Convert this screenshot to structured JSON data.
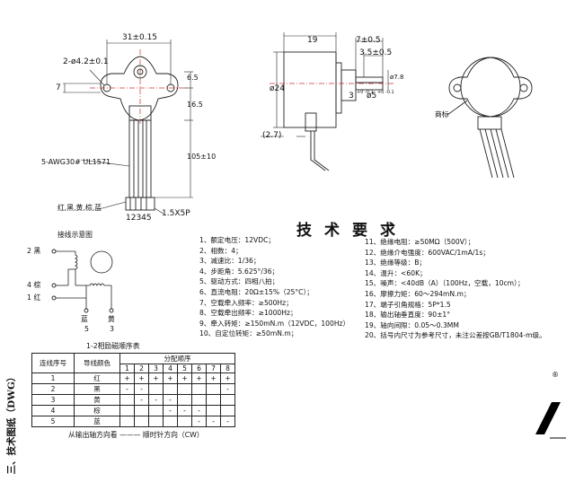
{
  "front_view": {
    "dim_width": "31±0.15",
    "dim_holes": "2-ø4.2±0.1",
    "dim_7": "7",
    "dim_65": "6.5",
    "dim_165": "16.5",
    "dim_105": "105±10",
    "wire_spec": "5-AWG30# UL1571",
    "wire_colors": "红,黑,黄,棕,蓝",
    "connector": "1.5X5P",
    "pins": "12345"
  },
  "side_view": {
    "dim_19": "19",
    "dim_7": "7±0.5",
    "dim_35": "3.5±0.5",
    "dim_phi24": "ø24",
    "dim_flat": "ø7.8",
    "dim_3": "3",
    "dim_3_tol": "+0 -0.1",
    "dim_phi5": "ø5",
    "dim_phi5_tol": "+0 -0.1",
    "dim_27": "(2.7)"
  },
  "rear_view": {
    "label": "商标"
  },
  "wiring": {
    "title": "接线示意图",
    "black": "2 黑",
    "brown": "4 棕",
    "red": "1 红",
    "blue": "蓝",
    "blue_num": "5",
    "yellow": "黄",
    "yellow_num": "3",
    "caption": "1-2相励磁顺序表"
  },
  "specs_title": "技术要求",
  "specs_left": [
    "1、额定电压：12VDC；",
    "2、相数：4；",
    "3、减速比：1/36；",
    "4、步距角：5.625°/36；",
    "5、驱动方式：四相八拍；",
    "6、直流电阻：20Ω±15%（25°C）；",
    "7、空载牵入频率：≥500Hz；",
    "8、空载牵出频率：≥1000Hz；",
    "9、牵入转矩：≥150mN.m（12VDC，100Hz）",
    "10、自定位转矩：≥50mN.m；"
  ],
  "specs_right": [
    "11、绝缘电阻：≥50MΩ（500V）；",
    "12、绝缘介电强度：600VAC/1mA/1s；",
    "13、绝缘等级：B；",
    "14、温升：<60K；",
    "15、噪声：<40dB（A）（100Hz，空载，10cm）；",
    "16、摩擦力矩：60～294mN.m；",
    "17、端子引角规格：5P*1.5",
    "18、输出轴垂直度：90±1°",
    "19、轴向间隙：0.05～0.3MM",
    "20、括号内尺寸为参考尺寸，未注公差按GB/T1804-m级。"
  ],
  "sequence_table": {
    "header_seq": "连线序号",
    "header_color": "导线颜色",
    "header_order": "分配顺序",
    "steps": [
      "1",
      "2",
      "3",
      "4",
      "5",
      "6",
      "7",
      "8"
    ],
    "rows": [
      {
        "seq": "1",
        "color": "红",
        "cells": [
          "+",
          "+",
          "+",
          "+",
          "+",
          "+",
          "+",
          "+"
        ]
      },
      {
        "seq": "2",
        "color": "黑",
        "cells": [
          "-",
          "-",
          "",
          "",
          "",
          "",
          "",
          "-"
        ]
      },
      {
        "seq": "3",
        "color": "黄",
        "cells": [
          "",
          "-",
          "-",
          "-",
          "",
          "",
          "",
          ""
        ]
      },
      {
        "seq": "4",
        "color": "棕",
        "cells": [
          "",
          "",
          "",
          "-",
          "-",
          "-",
          "",
          ""
        ]
      },
      {
        "seq": "5",
        "color": "蓝",
        "cells": [
          "",
          "",
          "",
          "",
          "",
          "-",
          "-",
          "-"
        ]
      }
    ],
    "footer": "从输出轴方向看 ——— 顺时针方向（CW）"
  },
  "side_label": "三、技术图纸（DWG）",
  "registered_mark": "®"
}
